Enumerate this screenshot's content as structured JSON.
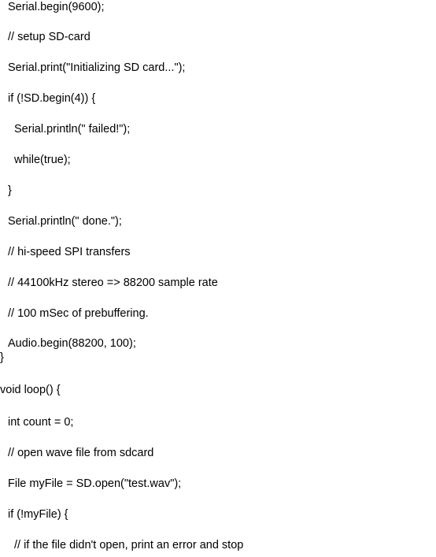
{
  "code_lines": [
    "Serial.begin(9600);",
    "// setup SD-card",
    "Serial.print(\"Initializing SD card...\");",
    "if (!SD.begin(4)) {",
    "Serial.println(\" failed!\");",
    "while(true);",
    "}",
    "Serial.println(\" done.\");",
    "// hi-speed SPI transfers",
    "// 44100kHz stereo => 88200 sample rate",
    "// 100 mSec of prebuffering.",
    "Audio.begin(88200, 100);",
    "}",
    "void loop() {",
    "int count = 0;",
    "// open wave file from sdcard",
    "File myFile = SD.open(\"test.wav\");",
    "if (!myFile) {",
    "// if the file didn't open, print an error and stop"
  ]
}
